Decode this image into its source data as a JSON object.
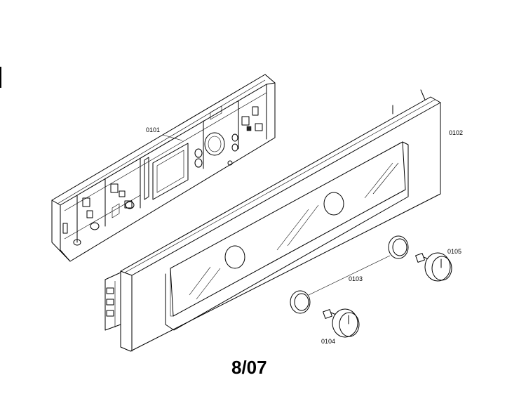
{
  "labels": {
    "part_0101": "0101",
    "part_0102": "0102",
    "part_0103": "0103",
    "part_0104": "0104",
    "part_0105": "0105"
  },
  "page_number": "8/07"
}
